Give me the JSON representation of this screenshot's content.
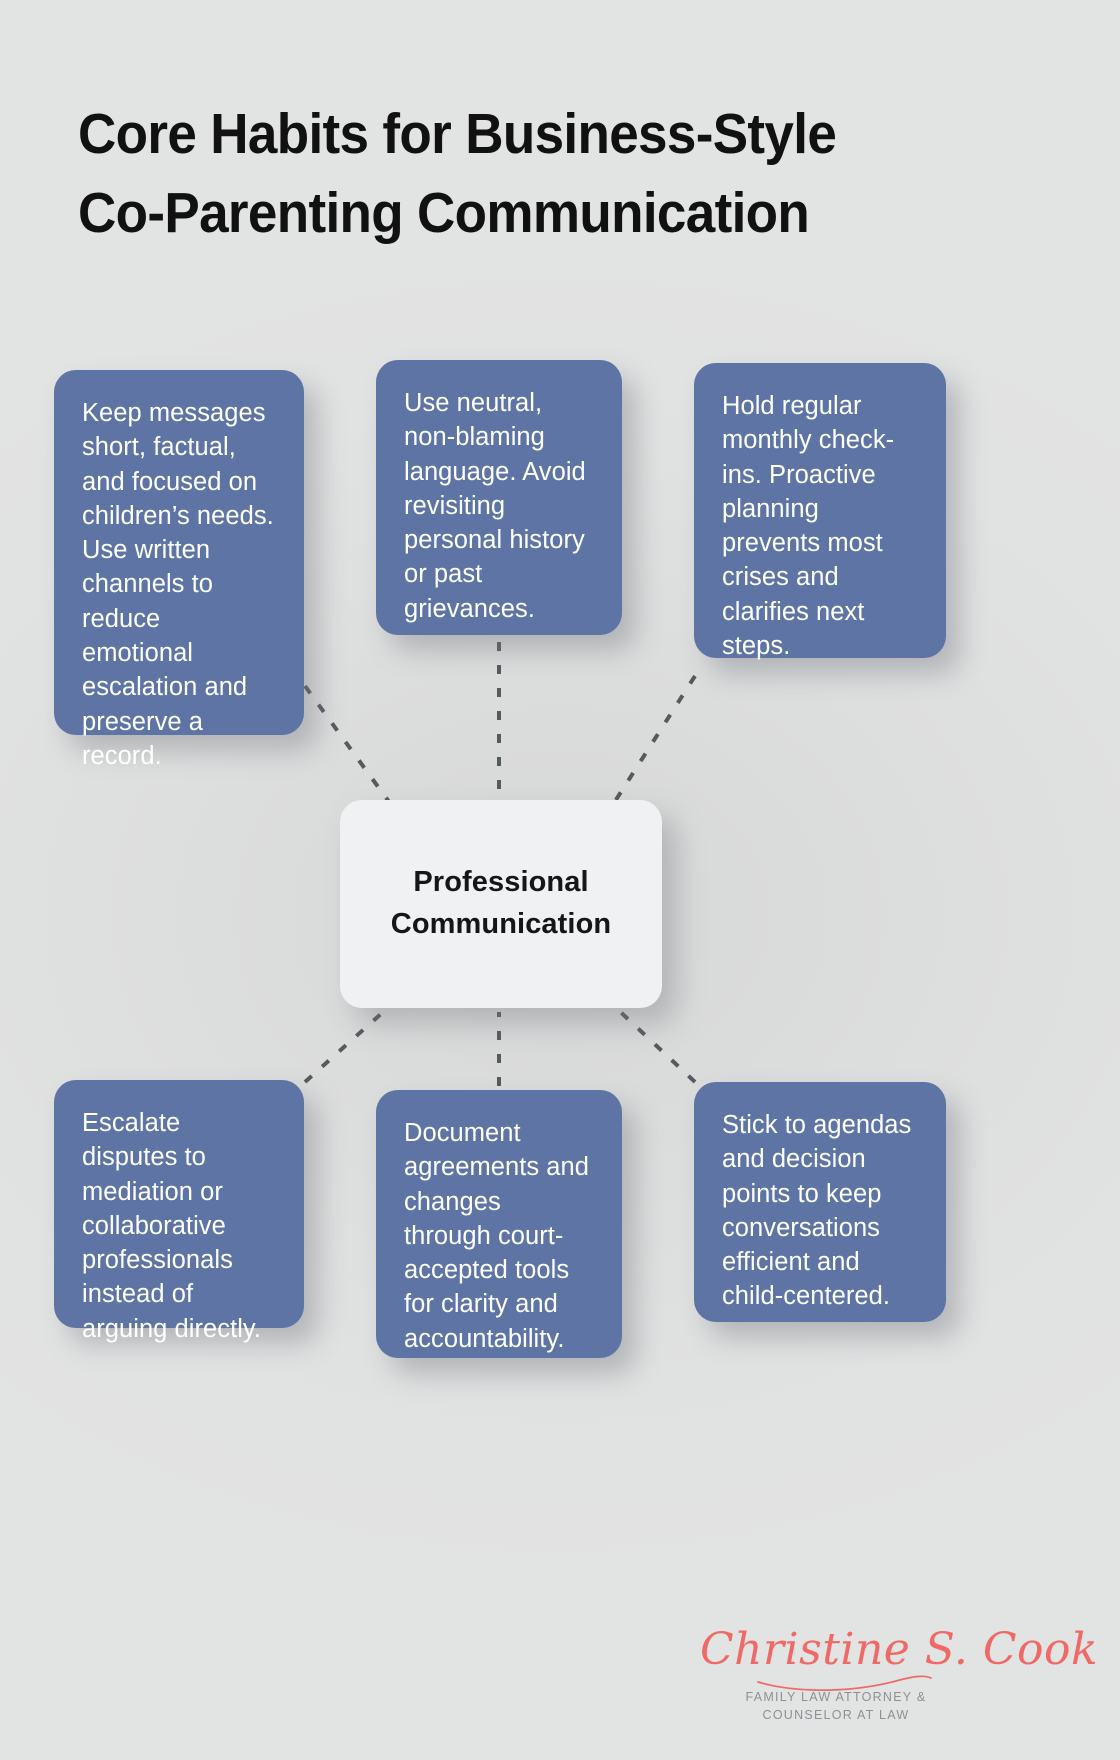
{
  "page": {
    "title": "Core Habits for Business-Style\nCo-Parenting Communication",
    "background_color": "#e0e1e1",
    "card_color": "#5d74a4",
    "hub_color": "#f0f1f2",
    "connector_color": "#555a5e",
    "logo_color": "#ef6a66"
  },
  "hub": {
    "label": "Professional\nCommunication"
  },
  "cards": {
    "top_left": {
      "text": "Keep messages short, factual, and focused on children’s needs. Use written channels to reduce emotional escalation and preserve a record."
    },
    "top_middle": {
      "text": "Use neutral, non-blaming language. Avoid revisiting personal history or past grievances."
    },
    "top_right": {
      "text": "Hold regular monthly check-ins. Proactive planning prevents most crises and clarifies next steps."
    },
    "bottom_left": {
      "text": "Escalate disputes to mediation or collaborative professionals instead of arguing directly."
    },
    "bottom_middle": {
      "text": "Document agreements and changes through court-accepted tools for clarity and accountability."
    },
    "bottom_right": {
      "text": "Stick to agendas and decision points to keep conversations efficient and child-centered."
    }
  },
  "logo": {
    "name": "Christine S. Cook",
    "tagline": "FAMILY LAW ATTORNEY &\nCOUNSELOR AT LAW"
  }
}
